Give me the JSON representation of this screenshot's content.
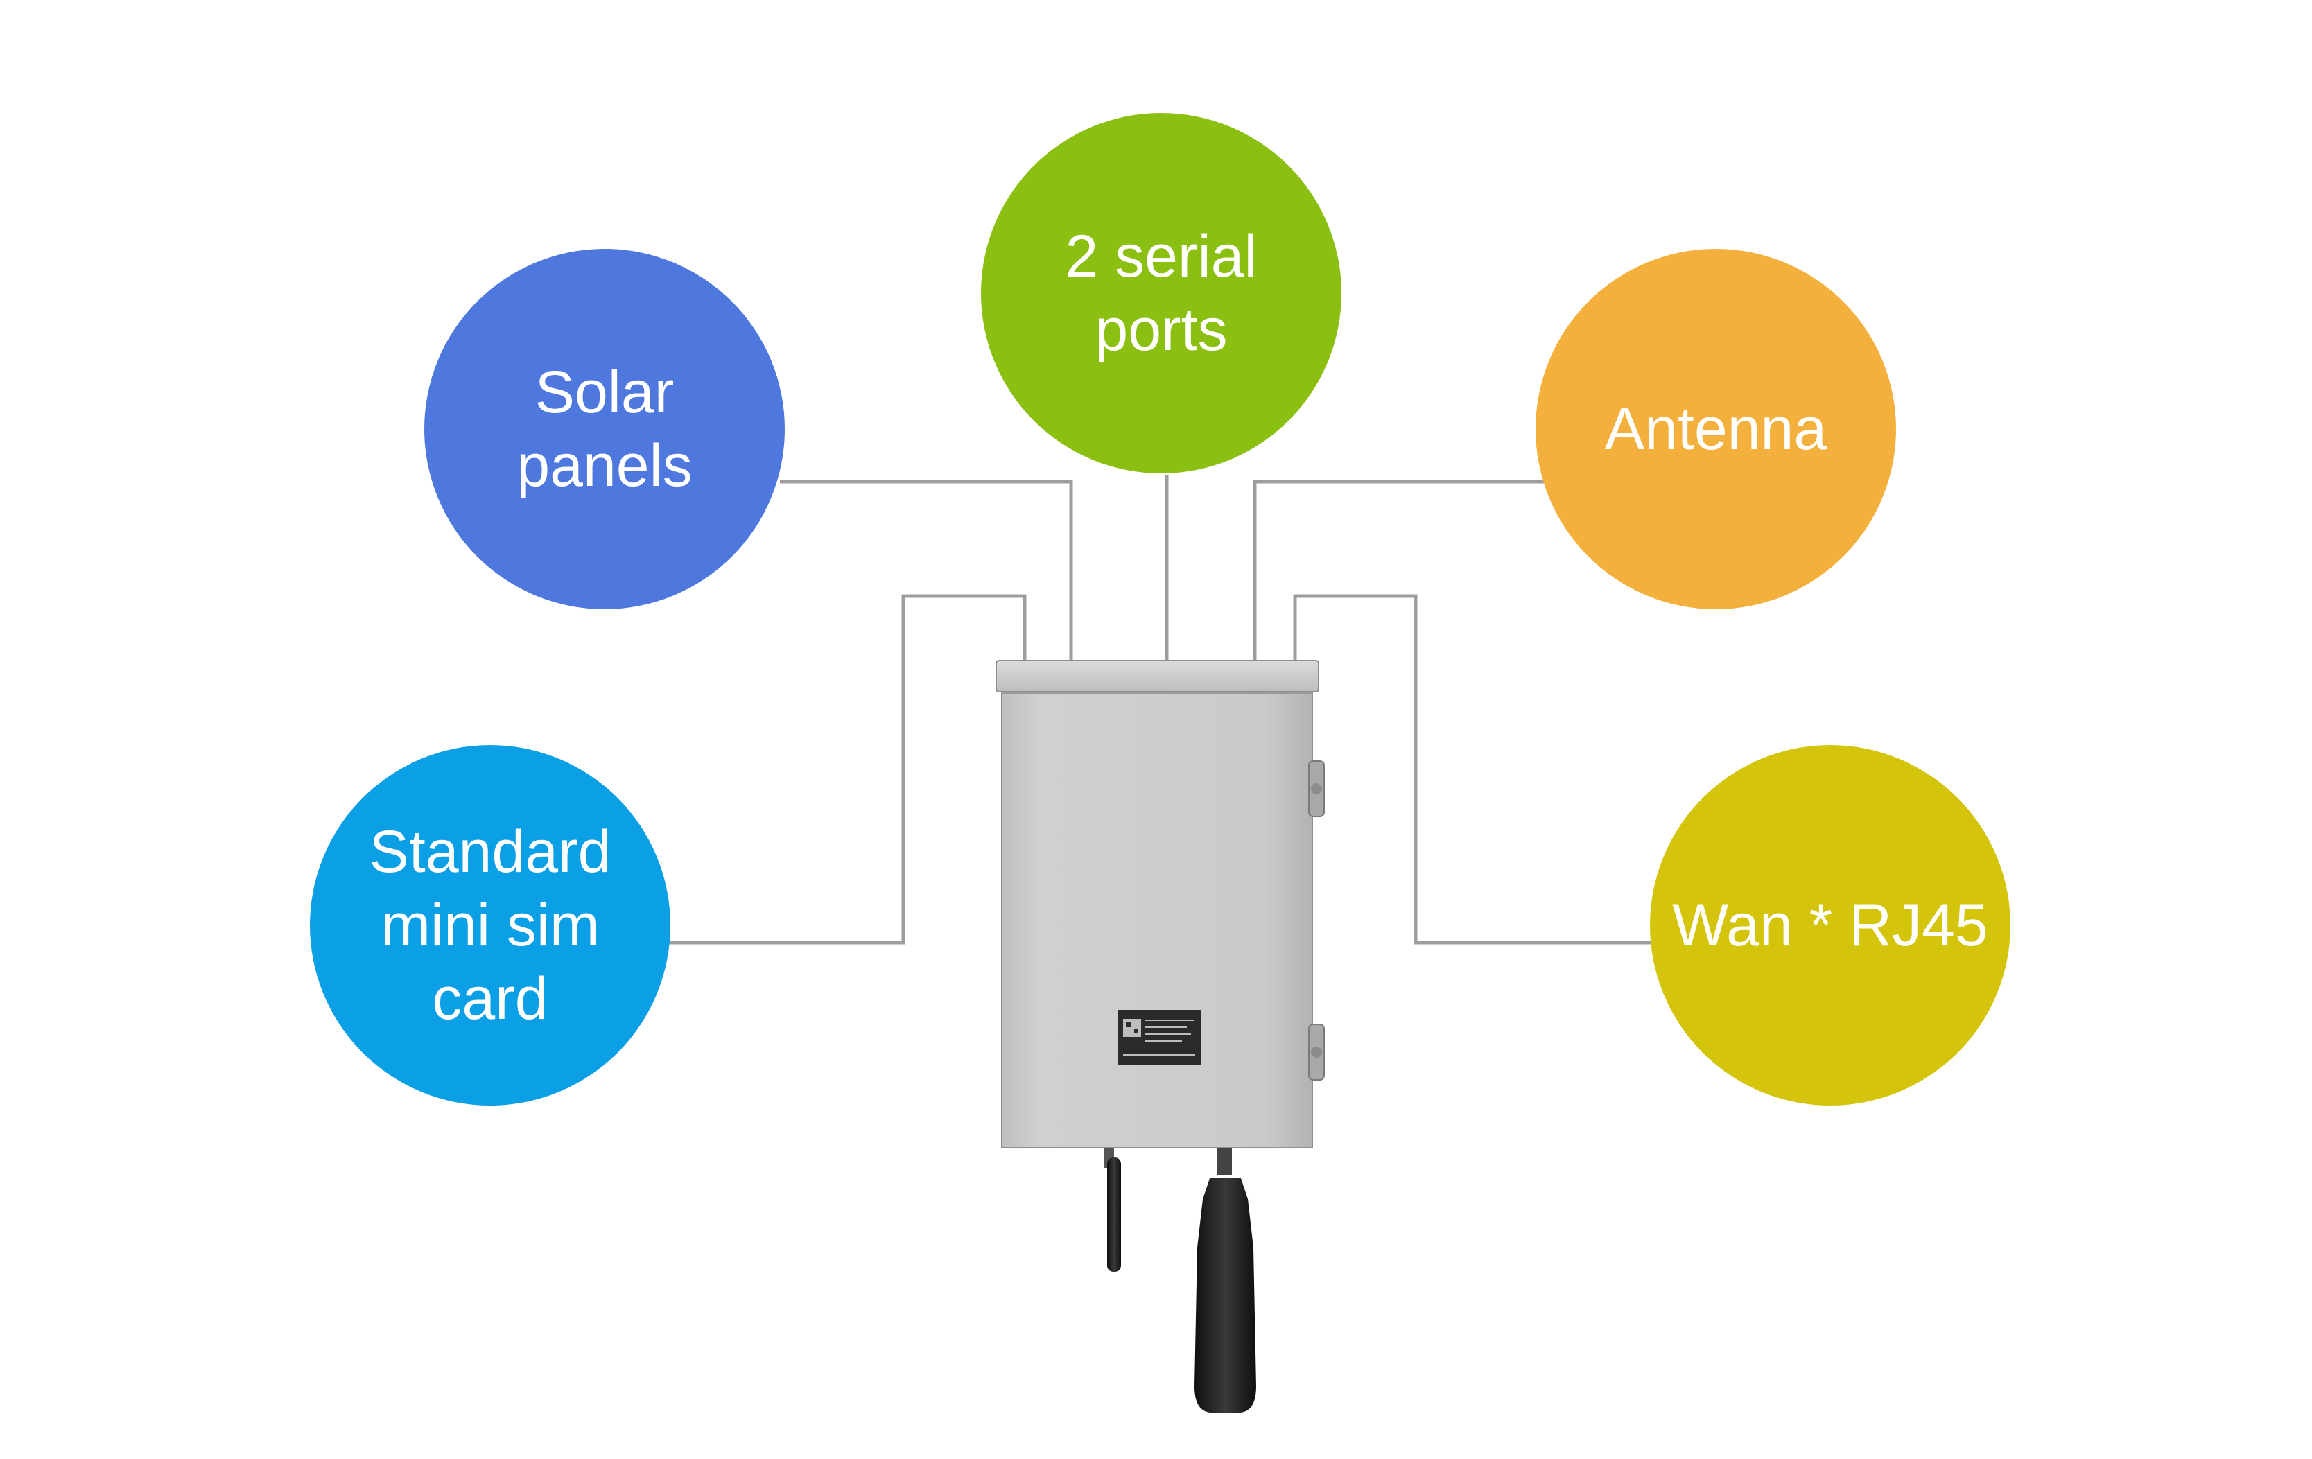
{
  "bubbles": {
    "solar_panels": {
      "label": "Solar\npanels",
      "color": "#4f78de"
    },
    "serial_ports": {
      "label": "2 serial\nports",
      "color": "#8bbf12"
    },
    "antenna": {
      "label": "Antenna",
      "color": "#f3b03d"
    },
    "sim_card": {
      "label": "Standard\nmini sim\ncard",
      "color": "#0b9fe6"
    },
    "wan_rj45": {
      "label": "Wan * RJ45",
      "color": "#d4c40c"
    }
  },
  "colors": {
    "connector": "#9e9e9e",
    "enclosure": "#c9c9c9",
    "antenna": "#1c1c1c"
  },
  "device": {
    "icon": "outdoor-router-enclosure-icon"
  }
}
